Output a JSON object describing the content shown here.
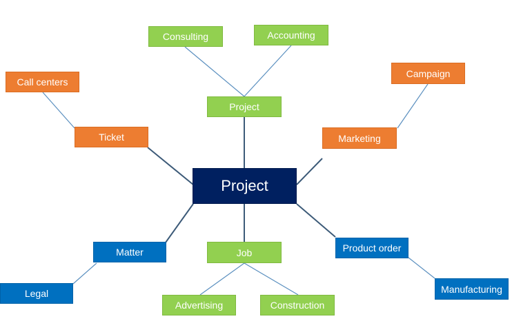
{
  "diagram": {
    "center": {
      "label": "Project",
      "color": "#002060"
    },
    "nodes": {
      "consulting": {
        "label": "Consulting",
        "color": "#92d050"
      },
      "accounting": {
        "label": "Accounting",
        "color": "#92d050"
      },
      "project_sub": {
        "label": "Project",
        "color": "#92d050"
      },
      "call_centers": {
        "label": "Call centers",
        "color": "#ed7d31"
      },
      "ticket": {
        "label": "Ticket",
        "color": "#ed7d31"
      },
      "campaign": {
        "label": "Campaign",
        "color": "#ed7d31"
      },
      "marketing": {
        "label": "Marketing",
        "color": "#ed7d31"
      },
      "matter": {
        "label": "Matter",
        "color": "#0070c0"
      },
      "legal": {
        "label": "Legal",
        "color": "#0070c0"
      },
      "job": {
        "label": "Job",
        "color": "#92d050"
      },
      "advertising": {
        "label": "Advertising",
        "color": "#92d050"
      },
      "construction": {
        "label": "Construction",
        "color": "#92d050"
      },
      "product_order": {
        "label": "Product order",
        "color": "#0070c0"
      },
      "manufacturing": {
        "label": "Manufacturing",
        "color": "#0070c0"
      }
    },
    "connections": [
      [
        "center",
        "project_sub"
      ],
      [
        "project_sub",
        "consulting"
      ],
      [
        "project_sub",
        "accounting"
      ],
      [
        "center",
        "ticket"
      ],
      [
        "ticket",
        "call_centers"
      ],
      [
        "center",
        "marketing"
      ],
      [
        "marketing",
        "campaign"
      ],
      [
        "center",
        "matter"
      ],
      [
        "matter",
        "legal"
      ],
      [
        "center",
        "job"
      ],
      [
        "job",
        "advertising"
      ],
      [
        "job",
        "construction"
      ],
      [
        "center",
        "product_order"
      ],
      [
        "product_order",
        "manufacturing"
      ]
    ],
    "line_colors": {
      "primary": "#3c5a78",
      "secondary": "#5a8fbf"
    }
  }
}
